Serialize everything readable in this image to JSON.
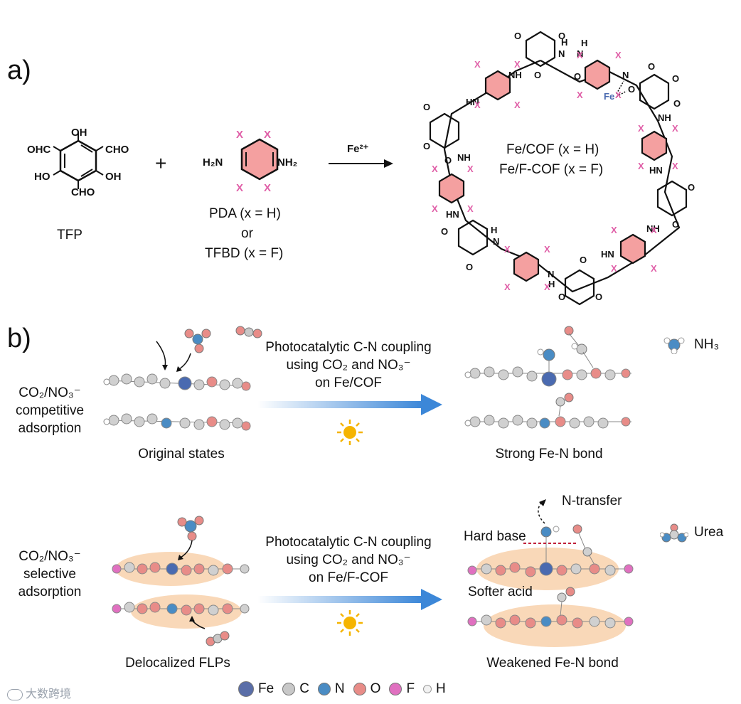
{
  "panel_a": {
    "label": "a)",
    "tfp_substituents": {
      "oh_top": "OH",
      "cho_left": "OHC",
      "cho_right": "CHO",
      "ho_left": "HO",
      "oh_right": "OH",
      "cho_bottom": "CHO"
    },
    "tfp_name": "TFP",
    "plus": "+",
    "pda_h2n": "H₂N",
    "pda_nh2": "NH₂",
    "x": "X",
    "pda_name": "PDA (x = H)",
    "or": "or",
    "tfbd_name": "TFBD (x = F)",
    "arrow_reagent": "Fe²⁺",
    "product_1": "Fe/COF  (x = H)",
    "product_2": "Fe/F-COF  (x = F)",
    "fe": "Fe",
    "nh": "NH",
    "hn": "HN",
    "o": "O",
    "n": "N",
    "h": "H"
  },
  "panel_b": {
    "label": "b)",
    "top_row": {
      "left_label": [
        "CO₂/NO₃⁻",
        "competitive",
        "adsorption"
      ],
      "left_caption": "Original states",
      "arrow_text": [
        "Photocatalytic C-N coupling",
        "using CO₂ and NO₃⁻",
        "on Fe/COF"
      ],
      "right_caption": "Strong Fe-N bond",
      "legend_product": "NH₃"
    },
    "bottom_row": {
      "left_label": [
        "CO₂/NO₃⁻",
        "selective",
        "adsorption"
      ],
      "left_caption": "Delocalized FLPs",
      "arrow_text": [
        "Photocatalytic C-N coupling",
        "using CO₂ and NO₃⁻",
        "on Fe/F-COF"
      ],
      "right_caption": "Weakened Fe-N bond",
      "n_transfer": "N-transfer",
      "hard_base": "Hard base",
      "softer_acid": "Softer acid",
      "legend_product": "Urea"
    },
    "legend": [
      {
        "name": "Fe",
        "color": "#5a6ea8"
      },
      {
        "name": "C",
        "color": "#c8c8c8"
      },
      {
        "name": "N",
        "color": "#4a8cc4"
      },
      {
        "name": "O",
        "color": "#e88c88"
      },
      {
        "name": "F",
        "color": "#e070c0"
      },
      {
        "name": "H",
        "color": "#f2f2f2"
      }
    ]
  },
  "watermark": "大数跨境",
  "colors": {
    "x_pink": "#e060a8",
    "ring_fill": "#f4a0a0",
    "arrow_blue": "#3c87d8",
    "sun": "#f5b400",
    "fe_blue": "#4a6ab0",
    "halo": "#f6c79a"
  }
}
